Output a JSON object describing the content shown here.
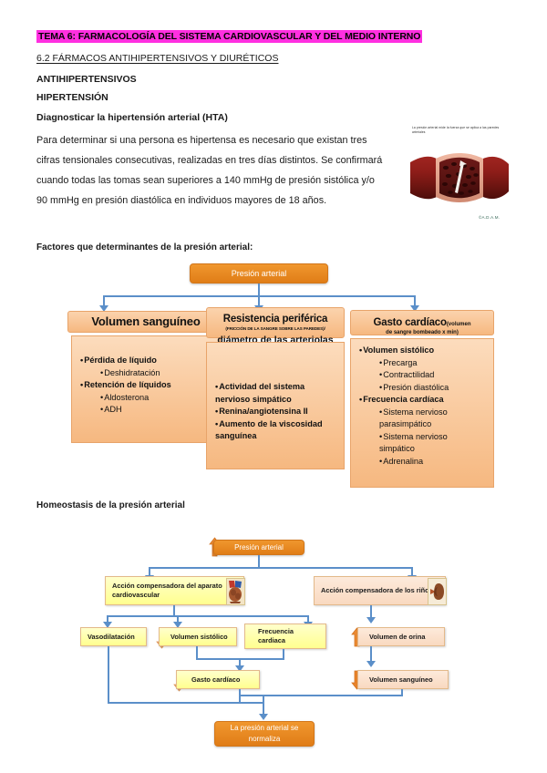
{
  "document": {
    "heading_highlighted": "TEMA 6: FARMACOLOGÍA DEL SISTEMA CARDIOVASCULAR Y DEL MEDIO INTERNO",
    "subheading": "6.2 FÁRMACOS ANTIHIPERTENSIVOS Y DIURÉTICOS",
    "h_antihipertensivos": "ANTIHIPERTENSIVOS",
    "h_hipertension": "HIPERTENSIÓN",
    "h_diagnosticar": "Diagnosticar la hipertensión arterial (HTA)",
    "paragraph": "Para determinar si una persona es hipertensa es necesario que existan tres cifras tensionales consecutivas, realizadas en tres días distintos. Se confirmará cuando todas las tomas sean superiores a 140 mmHg de presión sistólica y/o 90 mmHg en presión diastólica en individuos mayores de 18 años.",
    "highlight_color": "#ff2fe0"
  },
  "illustration": {
    "caption": "La presión arterial mide la fuerza que se aplica a las paredes arteriales",
    "watermark": "©A.D.A.M."
  },
  "diagram1": {
    "label": "Factores que determinantes de la presión arterial:",
    "root": "Presión arterial",
    "columns": [
      {
        "title": "Volumen sanguíneo",
        "subtitle": "",
        "subtitle2": "",
        "items": [
          {
            "text": "Pérdida de líquido",
            "bold": true,
            "indent": false
          },
          {
            "text": "Deshidratación",
            "bold": false,
            "indent": true
          },
          {
            "text": "Retención de líquidos",
            "bold": true,
            "indent": false
          },
          {
            "text": "Aldosterona",
            "bold": false,
            "indent": true
          },
          {
            "text": "ADH",
            "bold": false,
            "indent": true
          }
        ]
      },
      {
        "title": "Resistencia periférica",
        "subtitle": "(FRICCIÓN DE LA SANGRE SOBRE LAS PAREDES)/",
        "subtitle2": "diámetro de las arteriolas",
        "items": [
          {
            "text": "Actividad del sistema nervioso simpático",
            "bold": true,
            "indent": false
          },
          {
            "text": "Renina/angiotensina II",
            "bold": true,
            "indent": false
          },
          {
            "text": "Aumento de la viscosidad sanguínea",
            "bold": true,
            "indent": false
          }
        ]
      },
      {
        "title": "Gasto cardíaco",
        "subtitle": "(volumen",
        "subtitle2": "de sangre bombeado x min)",
        "items": [
          {
            "text": "Volumen sistólico",
            "bold": true,
            "indent": false
          },
          {
            "text": "Precarga",
            "bold": false,
            "indent": true
          },
          {
            "text": "Contractilidad",
            "bold": false,
            "indent": true
          },
          {
            "text": "Presión diastólica",
            "bold": false,
            "indent": true
          },
          {
            "text": "Frecuencia cardíaca",
            "bold": true,
            "indent": false
          },
          {
            "text": "Sistema nervioso parasimpático",
            "bold": false,
            "indent": true
          },
          {
            "text": "Sistema nervioso simpático",
            "bold": false,
            "indent": true
          },
          {
            "text": "Adrenalina",
            "bold": false,
            "indent": true
          }
        ]
      }
    ]
  },
  "diagram2": {
    "label": "Homeostasis de la presión arterial",
    "root": "Presión arterial",
    "root_trend": "up",
    "nodes": {
      "cardio": "Acción compensadora del aparato cardiovascular",
      "kidney": "Acción compensadora de los riñones",
      "vasodilatacion": "Vasodilatación",
      "volumen_sistolico": "Volumen sistólico",
      "frecuencia_cardiaca": "Frecuencia cardiaca",
      "gasto_cardiaco": "Gasto cardíaco",
      "volumen_orina": "Volumen de orina",
      "volumen_sanguineo": "Volumen sanguíneo",
      "final": "La presión arterial se normaliza"
    },
    "trends": {
      "volumen_sistolico": "down",
      "frecuencia_cardiaca": "down",
      "gasto_cardiaco": "down",
      "volumen_orina": "up",
      "volumen_sanguineo": "down"
    },
    "colors": {
      "yellow": "#ffff8f",
      "peach": "#f9d9c0",
      "arrow_orange": "#e8832a",
      "connector_blue": "#5b8fc9",
      "node_orange": "#e07d17"
    }
  }
}
